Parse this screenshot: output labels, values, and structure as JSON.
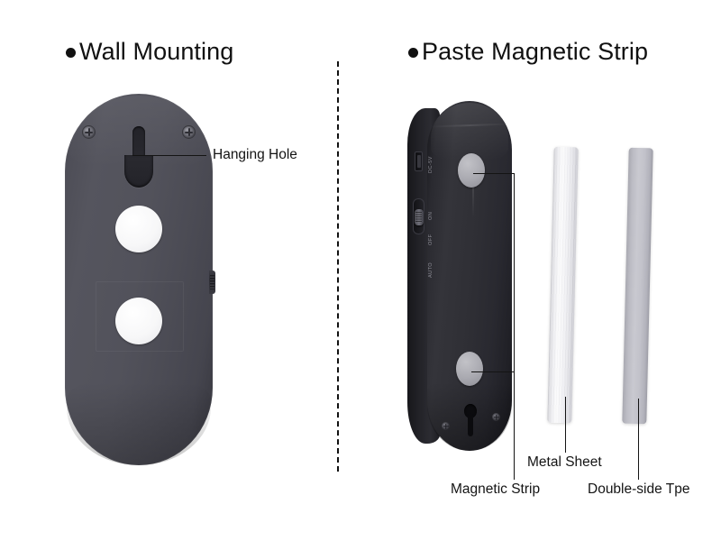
{
  "sections": {
    "left": {
      "bullet": "●",
      "title": "Wall Mounting"
    },
    "right": {
      "bullet": "●",
      "title": "Paste Magnetic Strip"
    }
  },
  "callouts": {
    "hanging_hole": "Hanging Hole",
    "magnetic_strip": "Magnetic Strip",
    "metal_sheet": "Metal Sheet",
    "double_side_tape": "Double-side Tpe"
  },
  "device_markings": {
    "power_port": "DC-5V",
    "switch_on": "ON",
    "switch_off": "OFF",
    "switch_auto": "AUTO"
  },
  "colors": {
    "background": "#ffffff",
    "text": "#141414",
    "plate_body": "#52525b",
    "device_body": "#2f2f35",
    "white_pad": "#ffffff",
    "gray_pad": "#a9a9b0",
    "metal_sheet": "#f2f2f5",
    "double_side_tape": "#c2c2ca",
    "divider": "#111111"
  }
}
